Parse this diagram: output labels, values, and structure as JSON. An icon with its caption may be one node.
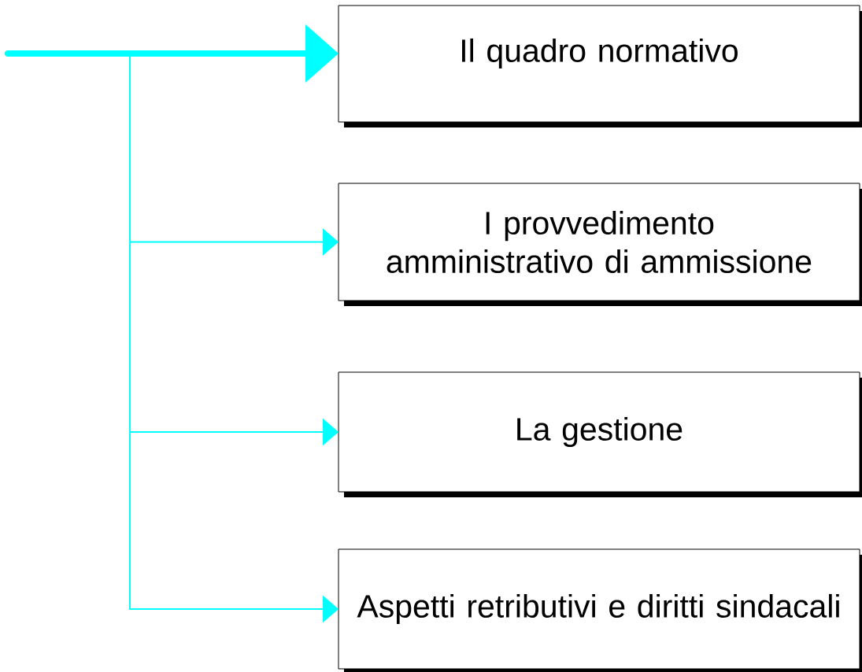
{
  "diagram": {
    "nodes": [
      {
        "text": [
          "Il quadro normativo"
        ]
      },
      {
        "text": [
          "I provvedimento amministrativo di ammissione"
        ]
      },
      {
        "text": [
          "La gestione"
        ]
      },
      {
        "text": [
          "Aspetti retributivi e diritti sindacali"
        ]
      }
    ],
    "edges": [
      {
        "from": null,
        "to": 0,
        "arrow": "to",
        "style": "thick"
      },
      {
        "from": null,
        "to": 1,
        "arrow": "to"
      },
      {
        "from": null,
        "to": 2,
        "arrow": "to"
      },
      {
        "from": null,
        "to": 3,
        "arrow": "to"
      }
    ]
  }
}
